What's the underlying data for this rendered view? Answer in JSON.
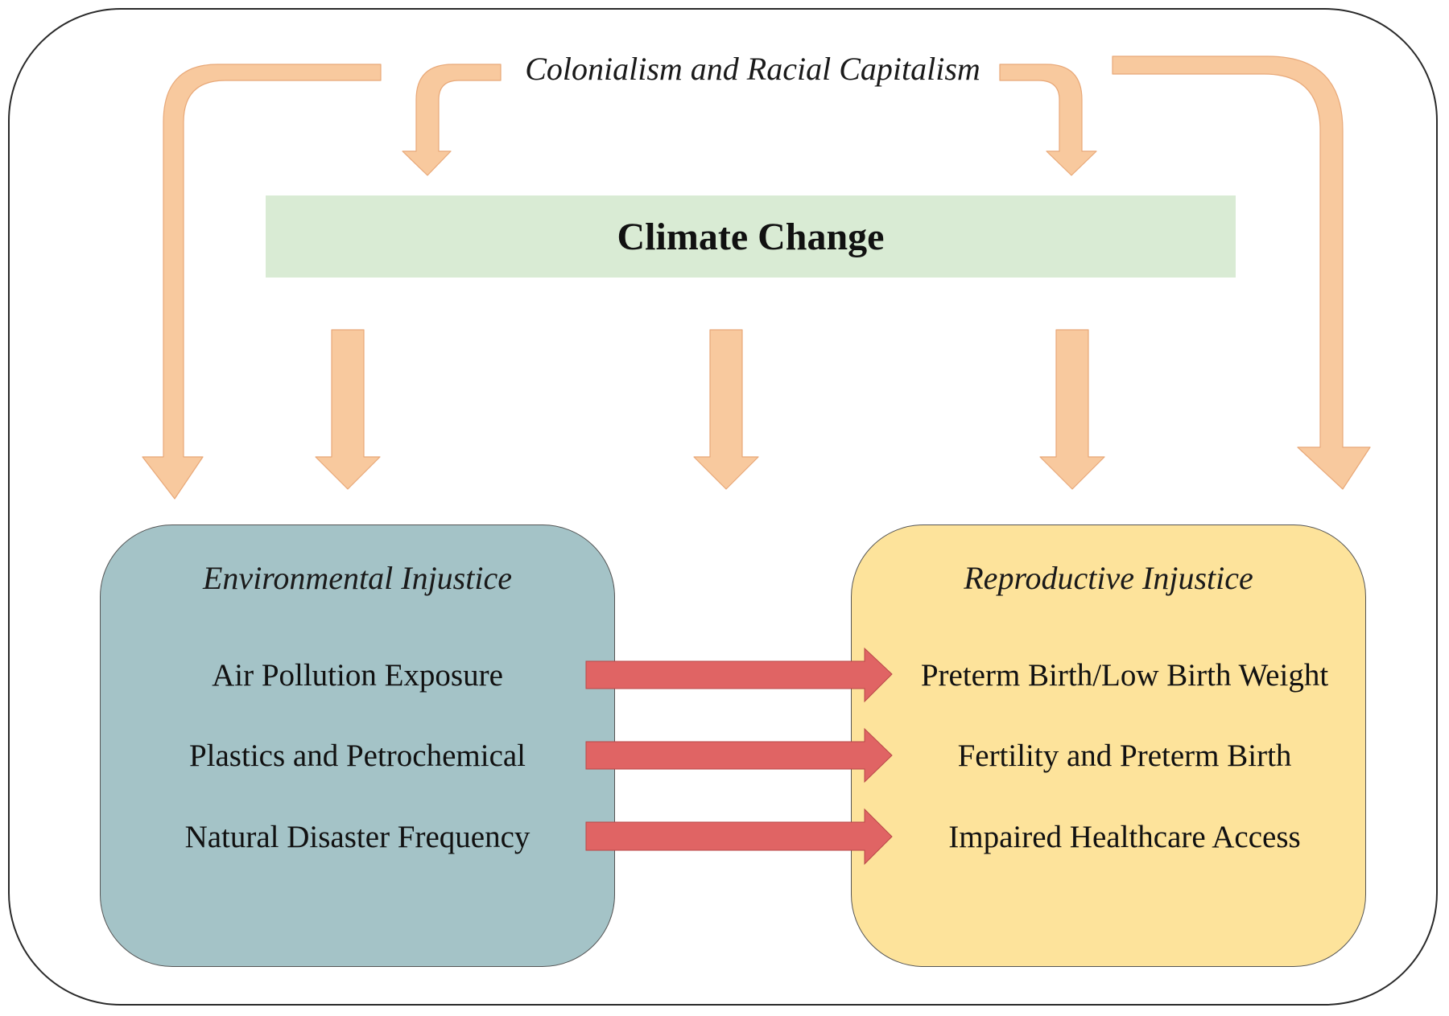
{
  "colors": {
    "orange_arrow": "#f8c99e",
    "red_arrow": "#e06464",
    "climate_fill": "#d9ebd4",
    "environmental_fill": "#a4c3c7",
    "reproductive_fill": "#fde39b"
  },
  "top": {
    "label": "Colonialism and Racial Capitalism"
  },
  "climate": {
    "label": "Climate Change"
  },
  "environmental": {
    "title": "Environmental Injustice",
    "items": [
      "Air Pollution Exposure",
      "Plastics and Petrochemical",
      "Natural Disaster Frequency"
    ]
  },
  "reproductive": {
    "title": "Reproductive Injustice",
    "items": [
      "Preterm Birth/Low Birth Weight",
      "Fertility and Preterm Birth",
      "Impaired Healthcare Access"
    ]
  }
}
